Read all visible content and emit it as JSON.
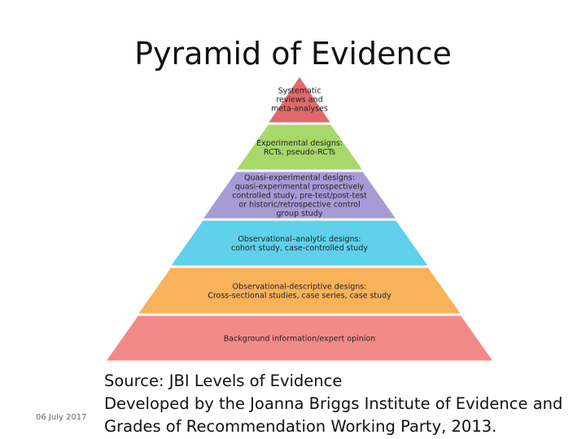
{
  "slide": {
    "title": "Pyramid of Evidence",
    "date": "06 July 2017",
    "source_lines": [
      "Source: JBI Levels of Evidence",
      "Developed by the Joanna Briggs Institute of Evidence and",
      "Grades of Recommendation Working Party, 2013."
    ]
  },
  "pyramid": {
    "tiers": [
      {
        "lines": [
          "Systematic",
          "reviews and",
          "meta-analyses"
        ],
        "color": "#e06a6a"
      },
      {
        "lines": [
          "Experimental designs:",
          "RCTs, pseudo-RCTs"
        ],
        "color": "#a6d96a"
      },
      {
        "lines": [
          "Quasi-experimental designs:",
          "quasi-experimental prospectively",
          "controlled study, pre-test/post-test",
          "or historic/retrospective control",
          "group study"
        ],
        "color": "#a79bd6"
      },
      {
        "lines": [
          "Observational–analytic designs:",
          "cohort study, case-controlled study"
        ],
        "color": "#5fd1ea"
      },
      {
        "lines": [
          "Observational-descriptive designs:",
          "Cross-sectional studies, case series, case study"
        ],
        "color": "#f7b25a"
      },
      {
        "lines": [
          "Background information/expert opinion"
        ],
        "color": "#f38a8a"
      }
    ]
  }
}
